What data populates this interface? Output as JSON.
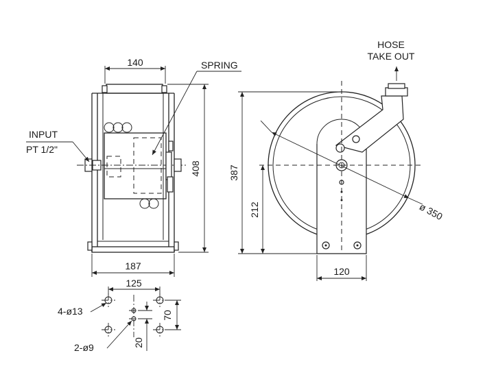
{
  "labels": {
    "hose_take_out_line1": "HOSE",
    "hose_take_out_line2": "TAKE OUT",
    "spring": "SPRING",
    "input_line1": "INPUT",
    "input_line2": "PT 1/2\"",
    "holes_large": "4-ø13",
    "holes_small": "2-ø9"
  },
  "dimensions": {
    "top_width": "140",
    "base_width": "187",
    "height": "408",
    "reel_height": "387",
    "axle_height": "212",
    "diameter": "ø 350",
    "stand_width": "120",
    "hole_spacing_x": "125",
    "hole_spacing_y": "70",
    "small_hole_offset": "20"
  }
}
